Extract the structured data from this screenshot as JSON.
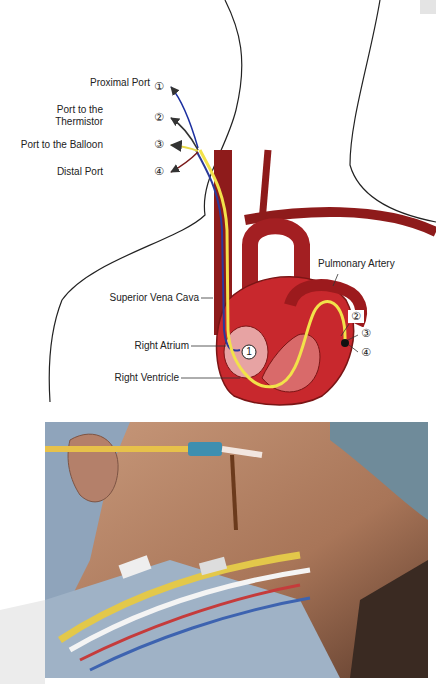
{
  "diagram": {
    "labels": [
      "Proximal Port",
      "①",
      "Port to the Thermistor",
      "②",
      "Port to the Balloon",
      "③",
      "Distal Port",
      "④",
      "Pulmonary Artery",
      "②",
      "③",
      "④",
      "Superior Vena Cava",
      "Right Atrium",
      "Right Ventricle",
      "1"
    ]
  }
}
